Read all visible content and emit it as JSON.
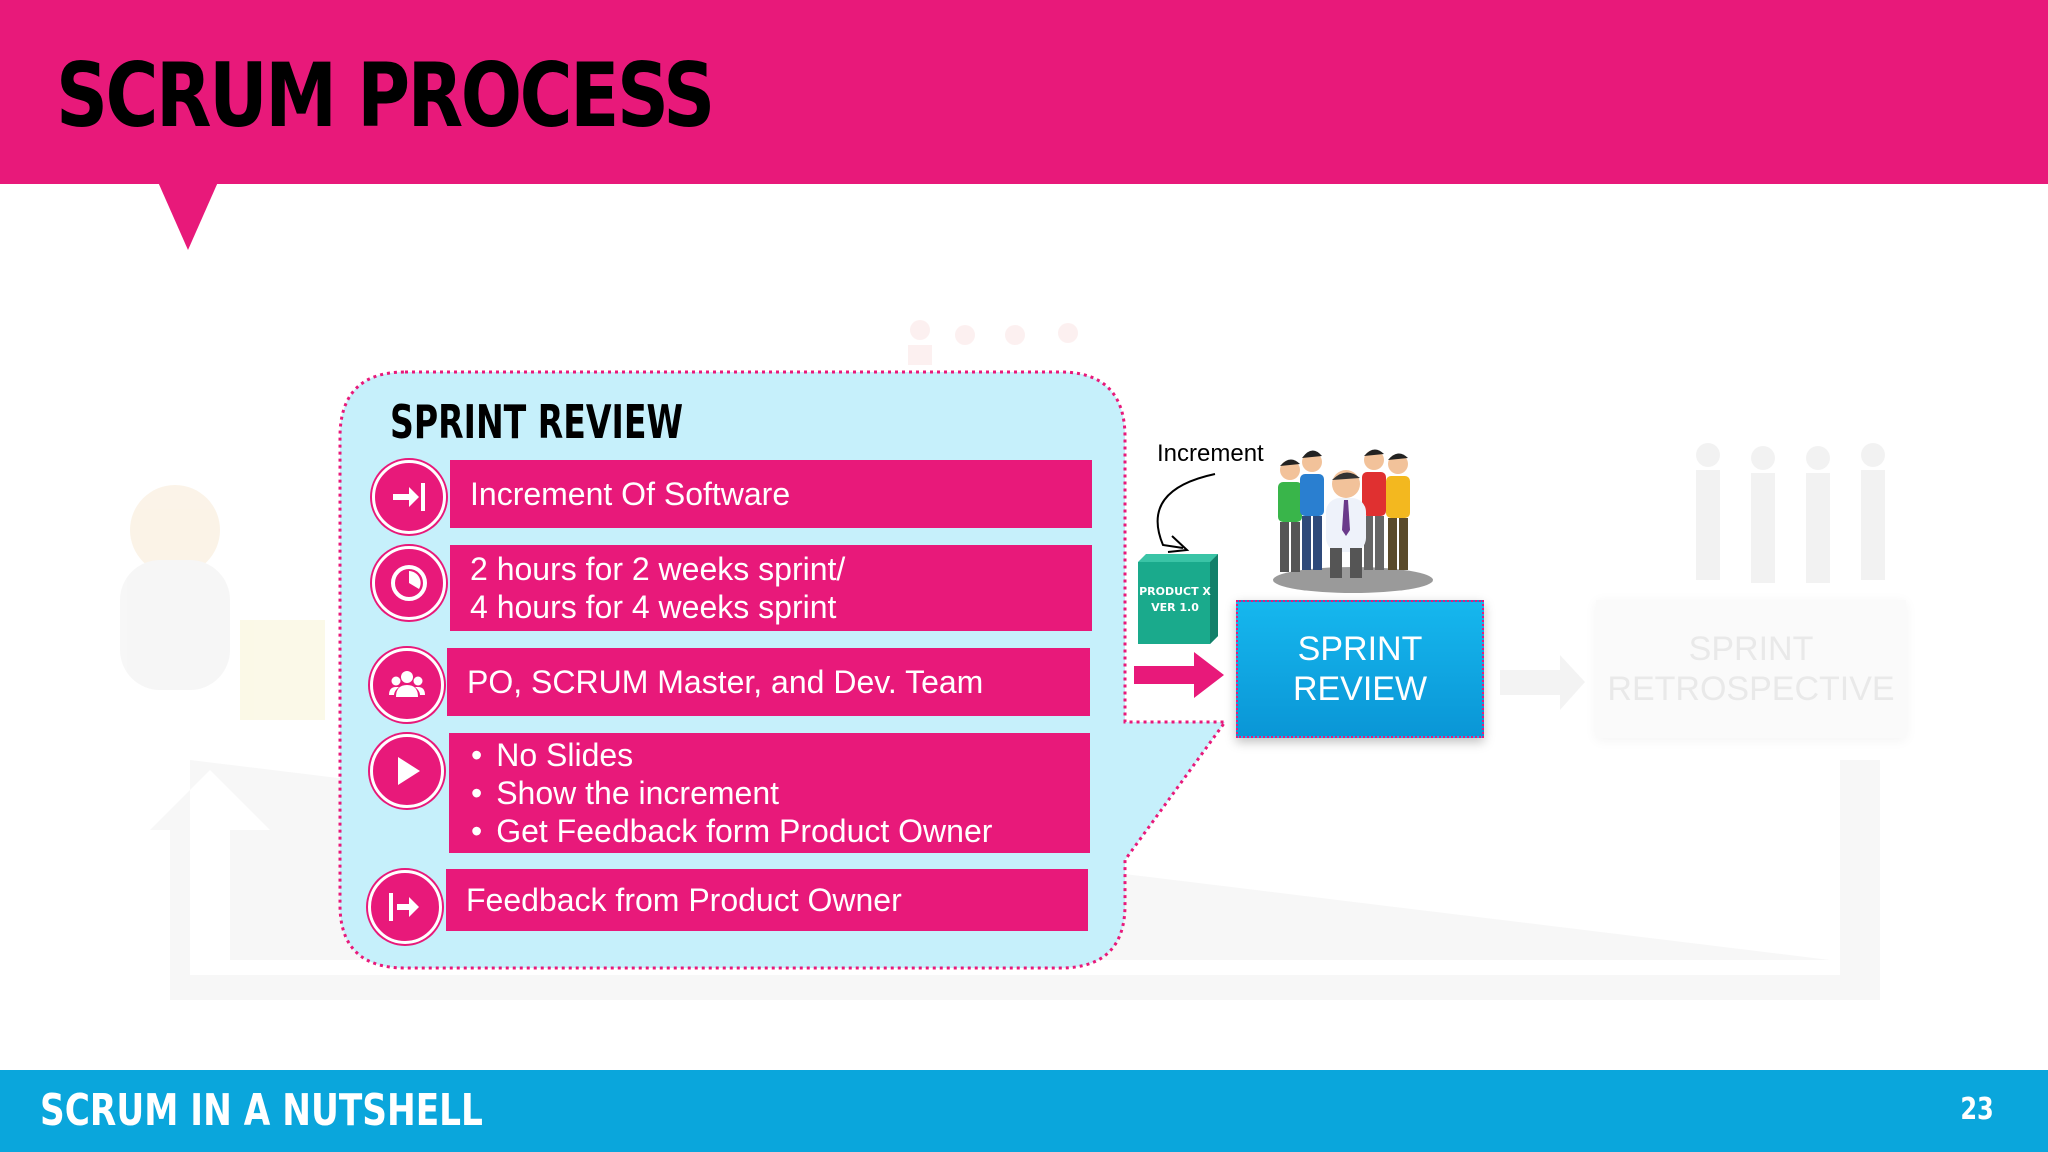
{
  "header": {
    "title": "SCRUM PROCESS"
  },
  "footer": {
    "title": "SCRUM IN A NUTSHELL",
    "page_number": "23"
  },
  "callout": {
    "title": "SPRINT REVIEW",
    "items": [
      {
        "icon": "arrow-into-bar-icon",
        "lines": [
          "Increment Of Software"
        ]
      },
      {
        "icon": "clock-icon",
        "lines": [
          "2 hours for 2 weeks sprint/",
          "4 hours for 4 weeks sprint"
        ]
      },
      {
        "icon": "team-icon",
        "lines": [
          "PO, SCRUM Master, and Dev. Team"
        ]
      },
      {
        "icon": "play-icon",
        "bullets": [
          "No Slides",
          "Show the increment",
          "Get Feedback form Product Owner"
        ]
      },
      {
        "icon": "arrow-out-of-bar-icon",
        "lines": [
          "Feedback from Product Owner"
        ]
      }
    ]
  },
  "diagram": {
    "increment_label": "Increment",
    "product_box_lines": [
      "PRODUCT X",
      "VER 1.0"
    ],
    "sprint_review": [
      "SPRINT",
      "REVIEW"
    ],
    "sprint_retrospective": [
      "SPRINT",
      "RETROSPECTIVE"
    ]
  },
  "colors": {
    "magenta": "#e8197a",
    "cyan": "#0aa6dc",
    "callout_fill": "#c6f0fb",
    "teal": "#1aaa8c"
  }
}
